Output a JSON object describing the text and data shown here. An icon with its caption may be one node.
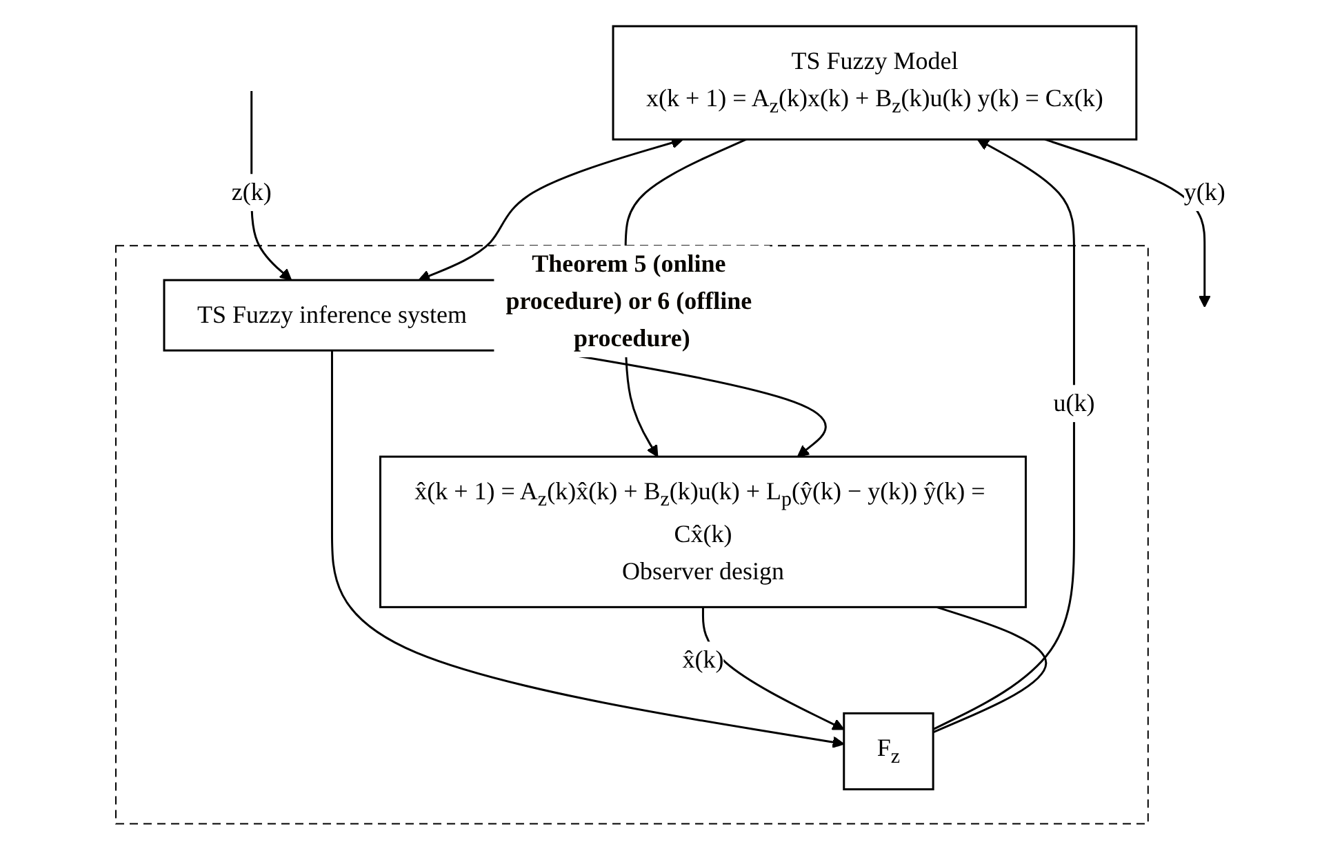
{
  "diagram": {
    "nodes": [
      {
        "text": [
          "TS Fuzzy Model",
          "x(k + 1) = A$_{z}$(k)x(k) + B$_{z}$(k)u(k) y(k) = Cx(k)"
        ]
      },
      {
        "text": [
          "Theorem 5 (online procedure) or 6 (offline procedure)"
        ]
      },
      {
        "text": [
          "F$_{z}$"
        ],
        "in": 1
      },
      {
        "text": [
          "TS Fuzzy inference system"
        ],
        "in": 1
      },
      {
        "text": [
          "x̂(k + 1) = A$_{z}$(k)x̂(k) + B$_{z}$(k)u(k) + L$_{p}$(ŷ(k) − y(k)) ŷ(k) = Cx̂(k)",
          "Observer design"
        ],
        "in": 1
      }
    ],
    "edges": [
      {
        "from": 3,
        "to": 2,
        "arrow": "to"
      },
      {
        "from": 4,
        "to": 2,
        "label": "x̂(k)",
        "arrow": "to"
      },
      {
        "from": 2,
        "to": 0,
        "label": "u(k)",
        "arrow": "to"
      },
      {
        "from": 2,
        "to": 4,
        "arrow": "none"
      },
      {
        "from": 0,
        "to": null,
        "label": "y(k)",
        "arrow": "to"
      },
      {
        "from": 0,
        "to": 4,
        "arrow": "to"
      },
      {
        "from": null,
        "to": 3,
        "label": "z(k)",
        "arrow": "to"
      },
      {
        "from": 0,
        "to": 3,
        "arrow": "both"
      },
      {
        "from": 3,
        "to": 4,
        "arrow": "both"
      }
    ]
  }
}
